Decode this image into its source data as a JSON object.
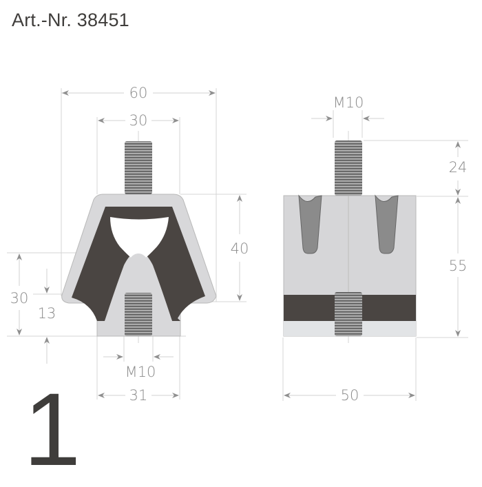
{
  "header": {
    "article_number": "Art.-Nr. 38451"
  },
  "figure_label": "1",
  "colors": {
    "text_dark": "#3f3d3b",
    "dimension": "#8a8a8a",
    "dimension_line": "#cfcfcf",
    "metal_light": "#d6d6d8",
    "rubber_dark": "#4a4542",
    "thread": "#8c8c8c"
  },
  "front_view": {
    "dimensions": {
      "overall_width": "60",
      "stud_spacing": "30",
      "height": "40",
      "total_side": "30",
      "base_offset": "13",
      "thread_bottom": "M10",
      "base_width": "31"
    }
  },
  "side_view": {
    "dimensions": {
      "thread_top": "M10",
      "stud_height": "24",
      "body_height": "55",
      "body_width": "50"
    }
  }
}
